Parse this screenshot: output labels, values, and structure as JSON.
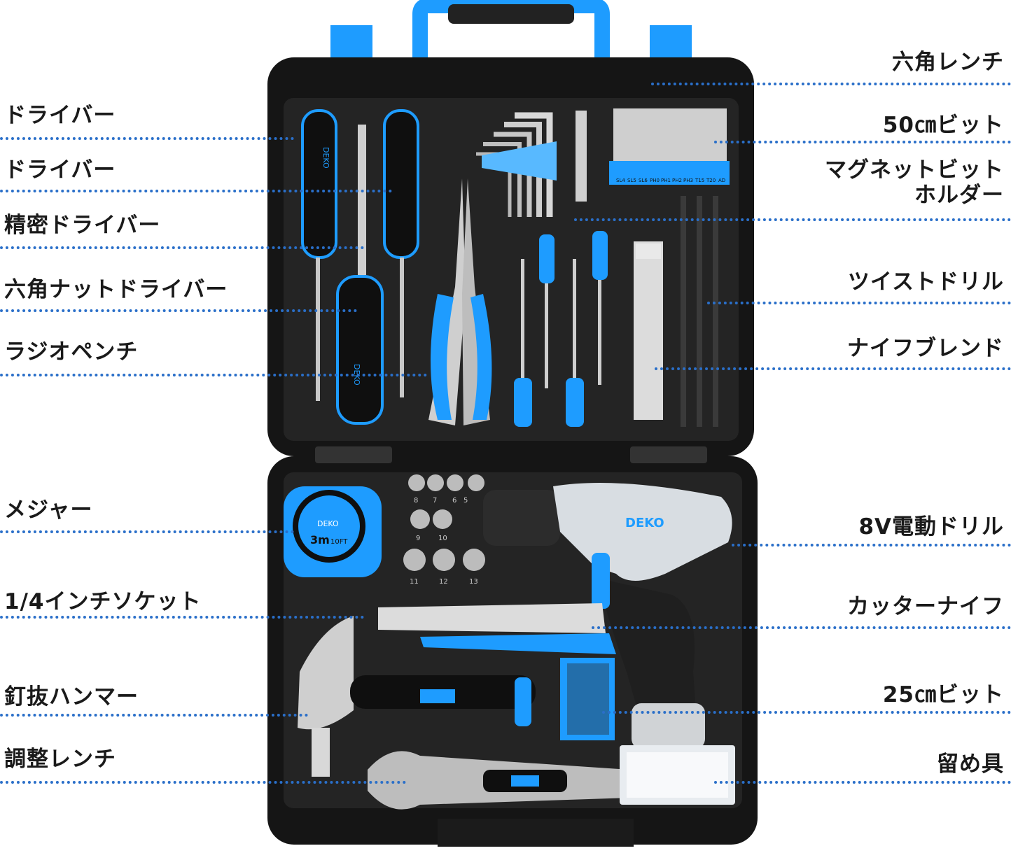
{
  "brand": "DEKO",
  "colors": {
    "accent": "#1e9cff",
    "case": "#151515",
    "leader": "#2a6fc9"
  },
  "labels_left": [
    "ドライバー",
    "ドライバー",
    "精密ドライバー",
    "六角ナットドライバー",
    "ラジオペンチ",
    "メジャー",
    "1/4インチソケット",
    "釘抜ハンマー",
    "調整レンチ"
  ],
  "labels_right": [
    "六角レンチ",
    "50㎝ビット",
    "マグネットビット",
    "ホルダー",
    "ツイストドリル",
    "ナイフブレンド",
    "8V電動ドリル",
    "カッターナイフ",
    "25㎝ビット",
    "留め具"
  ],
  "bit_labels": [
    "SL4",
    "SL5",
    "SL6",
    "PH0",
    "PH1",
    "PH2",
    "PH3",
    "T15",
    "T20",
    "AD"
  ],
  "socket_sizes": [
    "8",
    "7",
    "6",
    "5",
    "9",
    "10",
    "11",
    "12",
    "13"
  ],
  "tape_measure": {
    "size": "3m",
    "unit": "10FT"
  }
}
